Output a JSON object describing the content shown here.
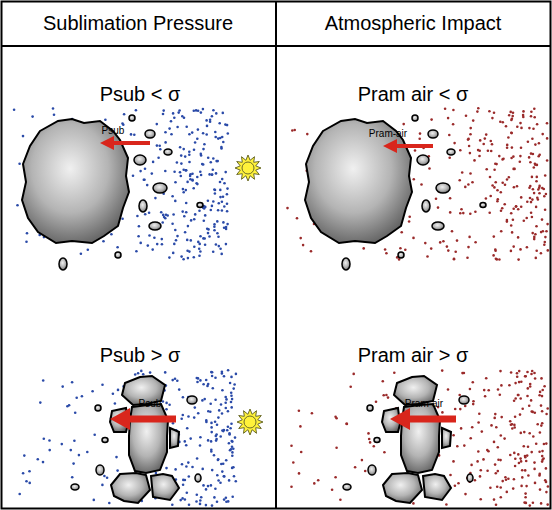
{
  "diagram": {
    "labels": [
      "Sublimation Pressure",
      "Atmospheric Impact",
      "Psub < σ",
      "Pram air < σ",
      "Psub",
      "Pram-air",
      "Psub > σ",
      "Pram air > σ",
      "Psub",
      "Pram-air"
    ]
  }
}
